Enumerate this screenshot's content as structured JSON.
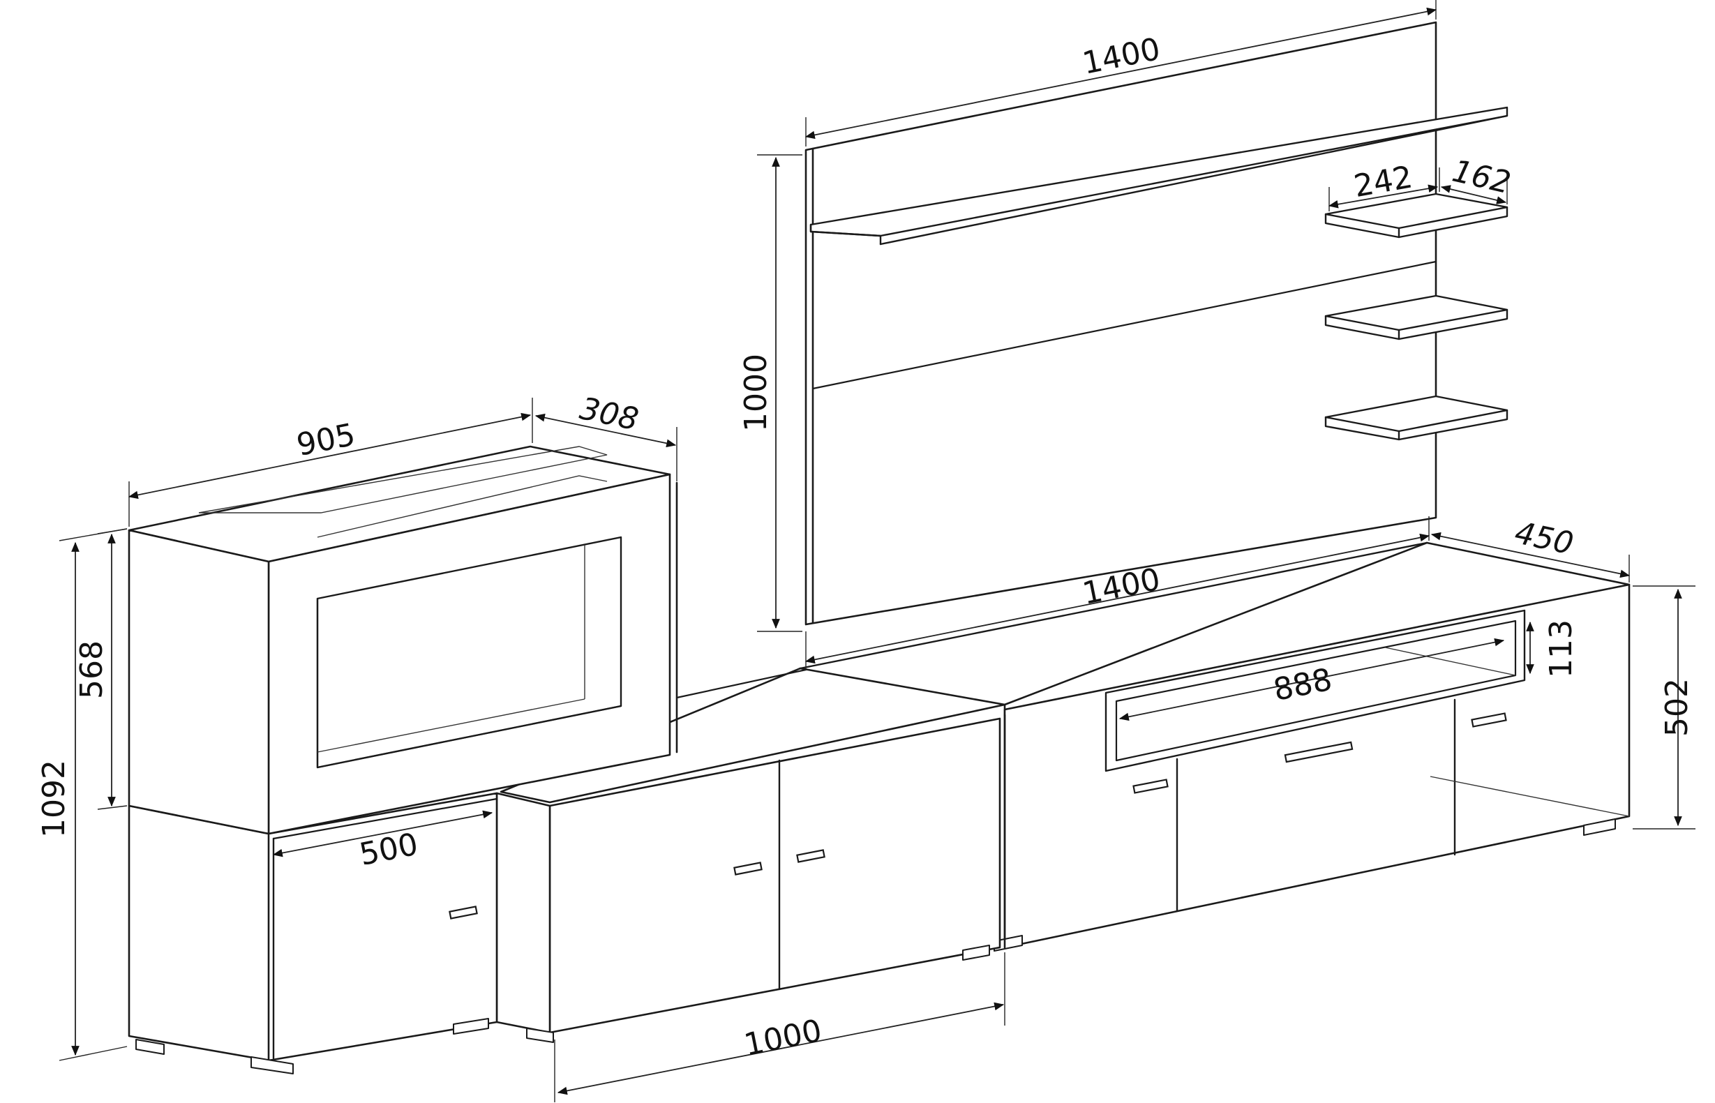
{
  "diagram": {
    "dimensions": {
      "top_panel_width": "1400",
      "panel_height": "1000",
      "shelf_width": "242",
      "shelf_depth": "162",
      "bottom_width": "1400",
      "tv_unit_depth": "450",
      "niche_height": "113",
      "niche_width": "888",
      "tv_unit_height": "502",
      "wall_unit_width": "905",
      "wall_unit_depth": "308",
      "wall_unit_height": "568",
      "total_height": "1092",
      "left_cabinet_width": "500",
      "sideboard_width": "1000"
    }
  }
}
